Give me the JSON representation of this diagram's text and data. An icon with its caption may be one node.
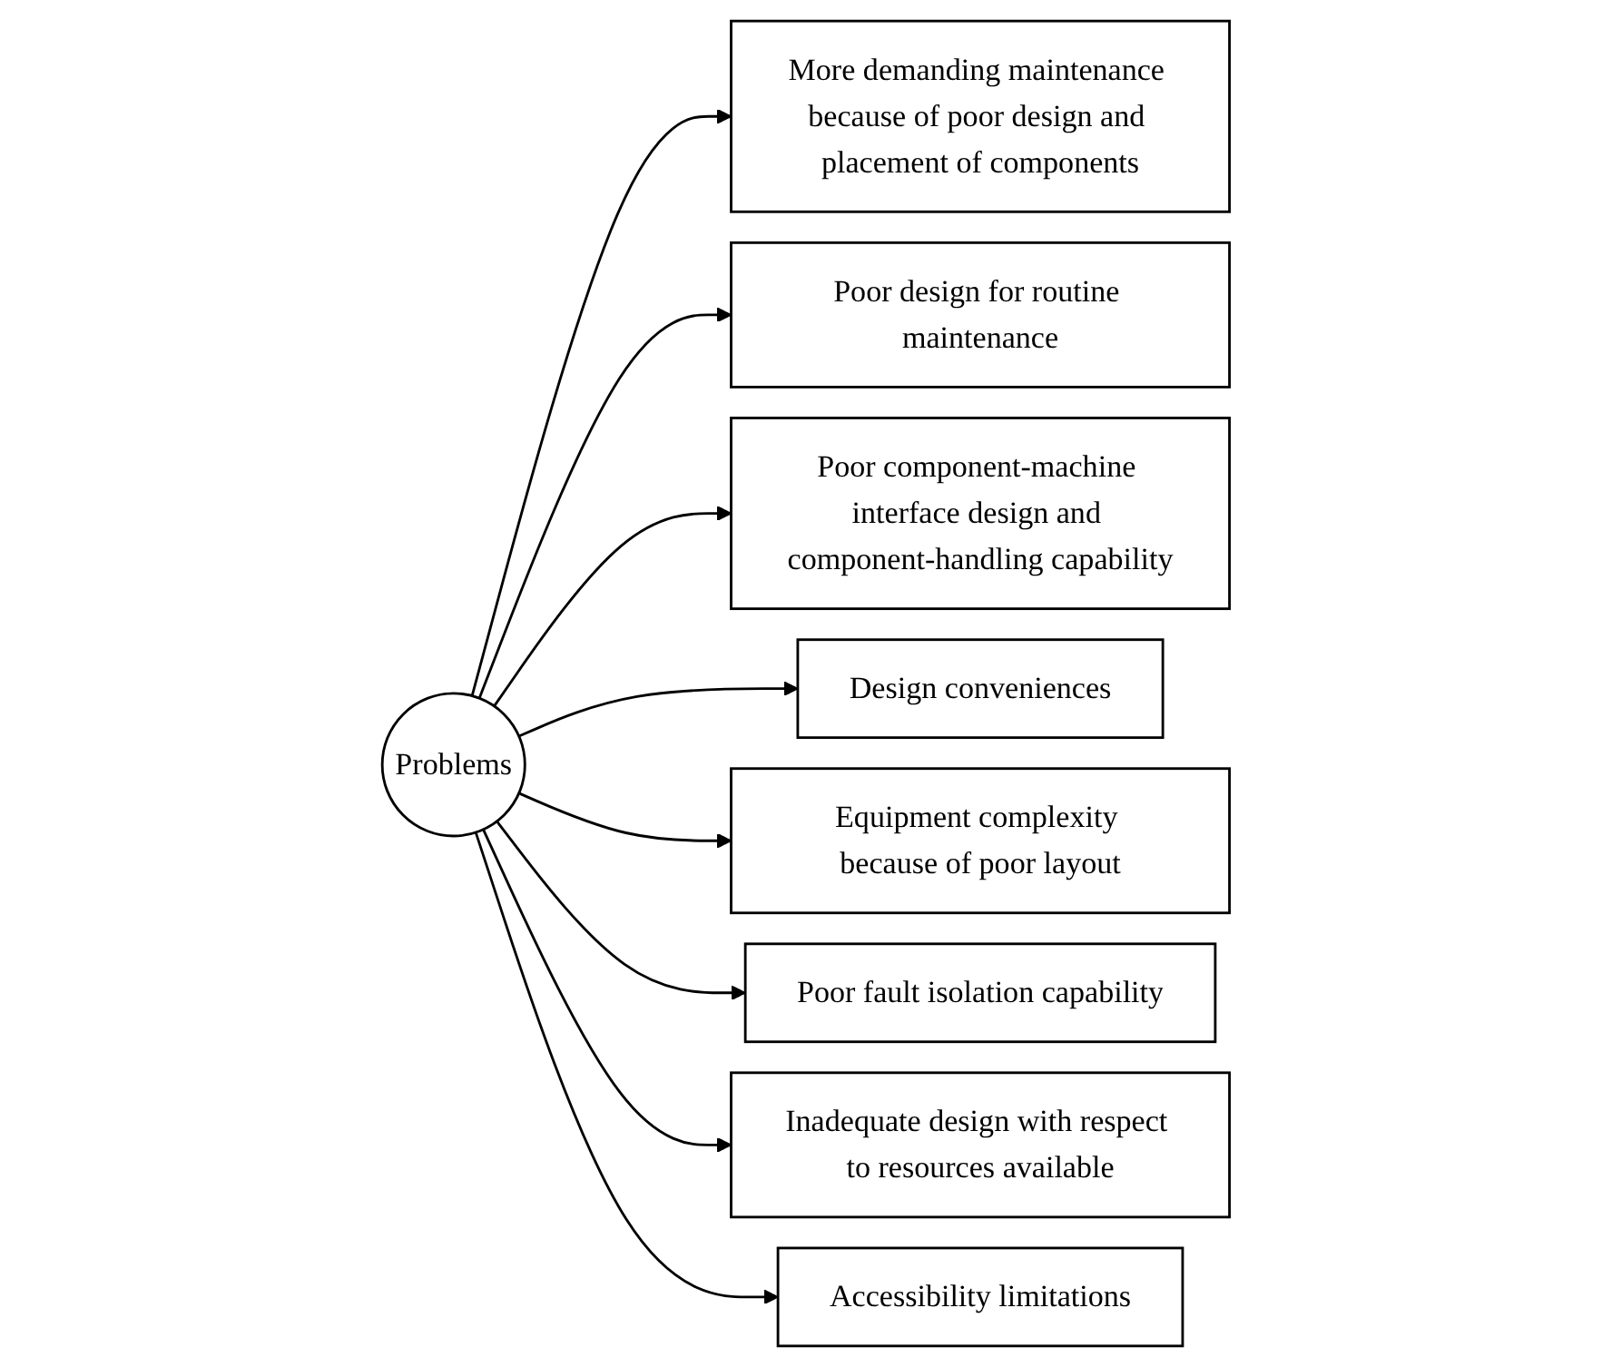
{
  "diagram": {
    "nodes": [
      {
        "text": [
          "Problems"
        ]
      },
      {
        "text": [
          "More demanding maintenance because of poor design and placement of components"
        ]
      },
      {
        "text": [
          "Poor design for routine maintenance"
        ]
      },
      {
        "text": [
          "Poor component-machine interface design and component-handling capability"
        ]
      },
      {
        "text": [
          "Design conveniences"
        ]
      },
      {
        "text": [
          "Equipment complexity because of poor layout"
        ]
      },
      {
        "text": [
          "Poor fault isolation capability"
        ]
      },
      {
        "text": [
          "Inadequate design with respect to resources available"
        ]
      },
      {
        "text": [
          "Accessibility limitations"
        ]
      }
    ],
    "edges": [
      {
        "from": 0,
        "to": 1,
        "arrow": "to"
      },
      {
        "from": 0,
        "to": 2,
        "arrow": "to"
      },
      {
        "from": 0,
        "to": 3,
        "arrow": "to"
      },
      {
        "from": 0,
        "to": 4,
        "arrow": "to"
      },
      {
        "from": 0,
        "to": 5,
        "arrow": "to"
      },
      {
        "from": 0,
        "to": 6,
        "arrow": "to"
      },
      {
        "from": 0,
        "to": 7,
        "arrow": "to"
      },
      {
        "from": 0,
        "to": 8,
        "arrow": "to"
      }
    ]
  }
}
